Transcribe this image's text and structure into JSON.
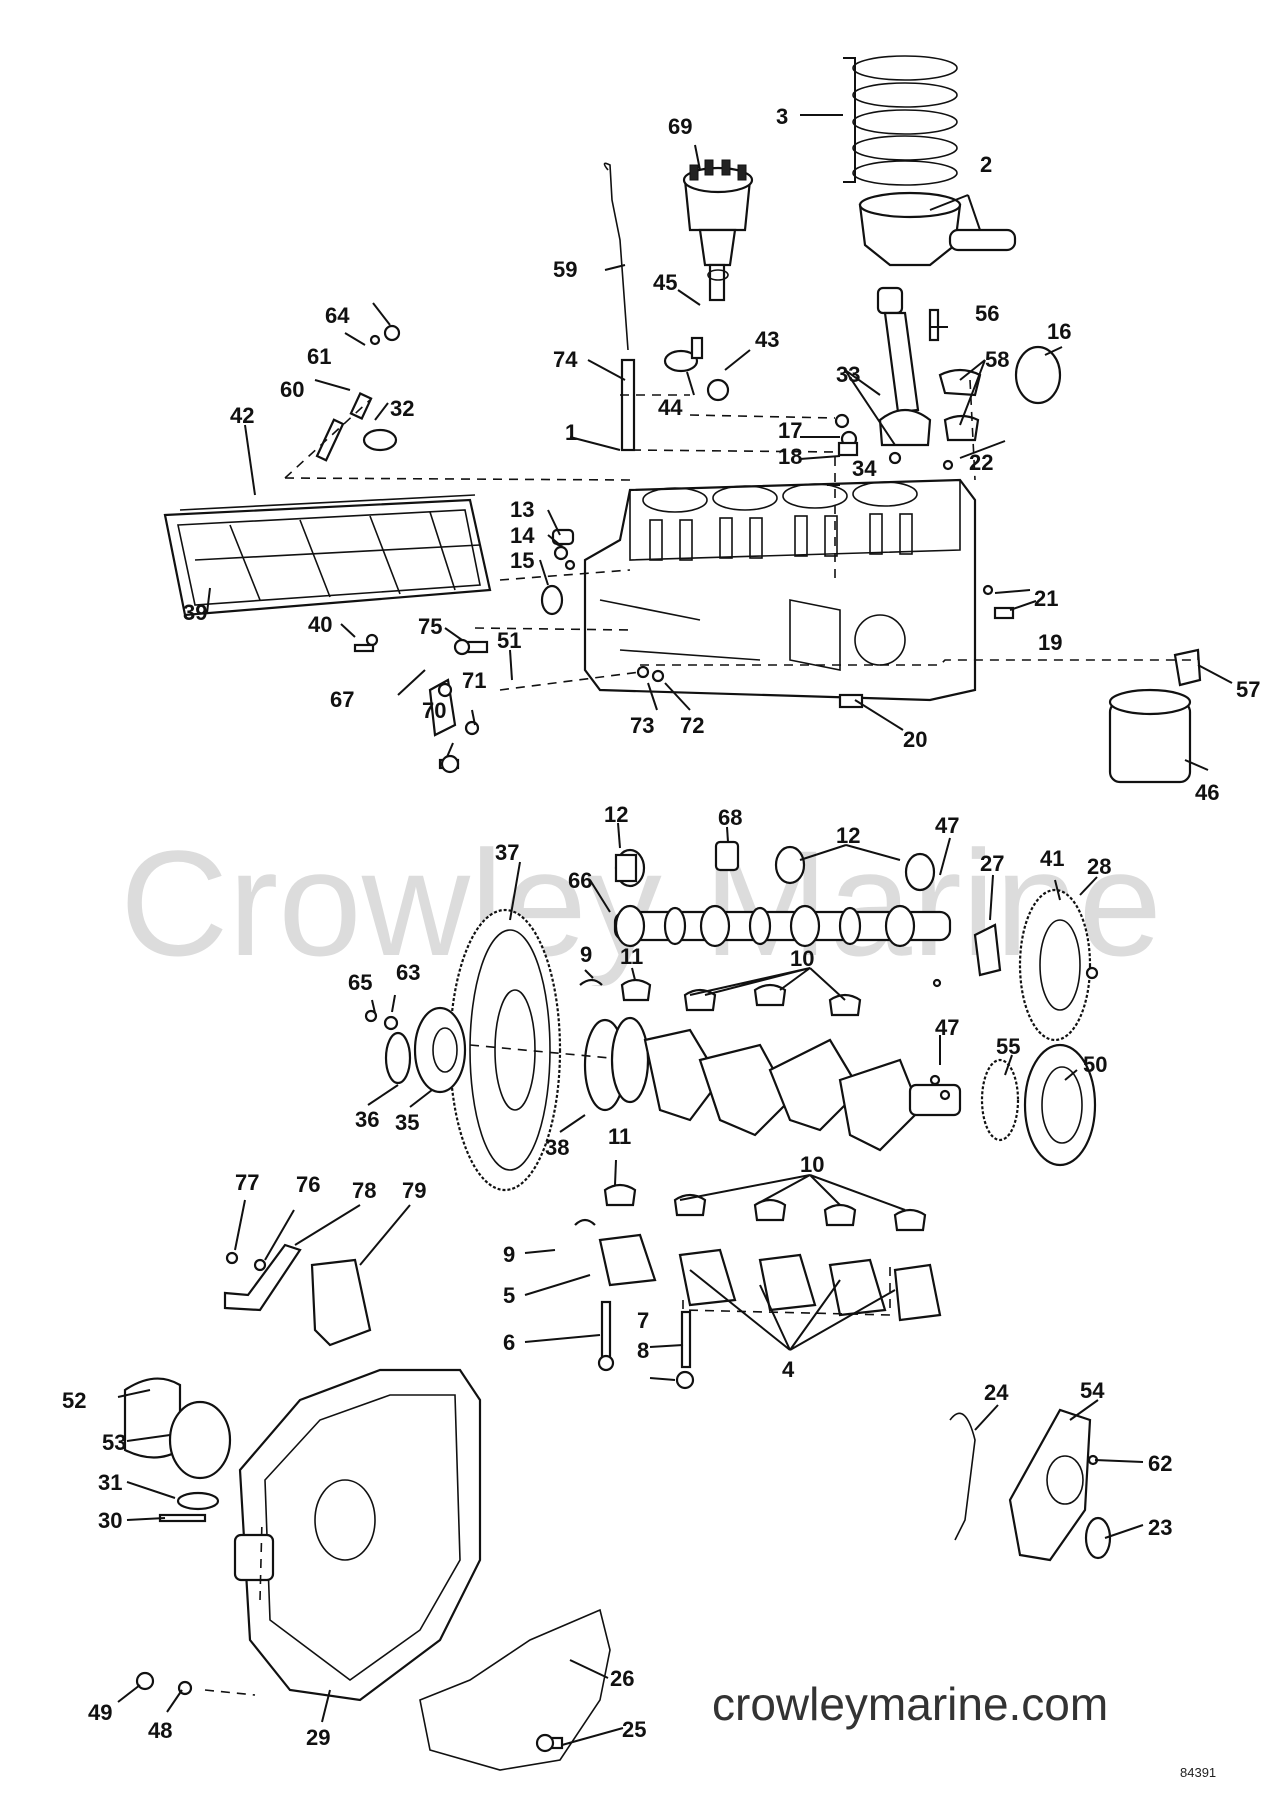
{
  "watermark": "Crowley Marine",
  "site_url": "crowleymarine.com",
  "drawing_code": "84391",
  "callouts": [
    "1",
    "2",
    "3",
    "4",
    "5",
    "6",
    "7",
    "8",
    "9",
    "10",
    "11",
    "12",
    "13",
    "14",
    "15",
    "16",
    "17",
    "18",
    "19",
    "20",
    "21",
    "22",
    "23",
    "24",
    "25",
    "26",
    "27",
    "28",
    "29",
    "30",
    "31",
    "32",
    "33",
    "34",
    "35",
    "36",
    "37",
    "38",
    "39",
    "40",
    "41",
    "42",
    "43",
    "44",
    "45",
    "46",
    "47",
    "48",
    "49",
    "50",
    "51",
    "52",
    "53",
    "54",
    "55",
    "56",
    "57",
    "58",
    "59",
    "60",
    "61",
    "62",
    "63",
    "64",
    "65",
    "66",
    "67",
    "68",
    "69",
    "70",
    "71",
    "72",
    "73",
    "74",
    "75",
    "76",
    "77",
    "78",
    "79"
  ]
}
